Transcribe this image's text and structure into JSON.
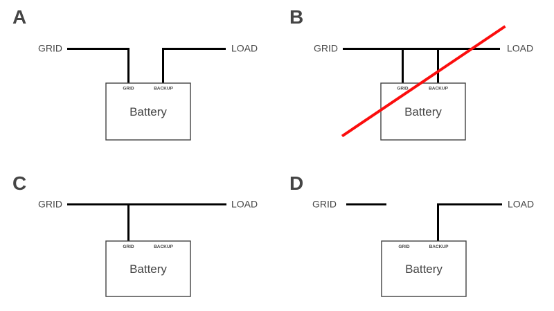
{
  "colors": {
    "wire": "#000000",
    "cross": "#fb0d0d",
    "text": "#454545",
    "box_border": "#404040",
    "background": "#ffffff"
  },
  "panels": [
    {
      "letter": "A",
      "grid_label": "GRID",
      "load_label": "LOAD",
      "battery_label": "Battery",
      "terminal_grid_label": "GRID",
      "terminal_backup_label": "BACKUP"
    },
    {
      "letter": "B",
      "grid_label": "GRID",
      "load_label": "LOAD",
      "battery_label": "Battery",
      "terminal_grid_label": "GRID",
      "terminal_backup_label": "BACKUP"
    },
    {
      "letter": "C",
      "grid_label": "GRID",
      "load_label": "LOAD",
      "battery_label": "Battery",
      "terminal_grid_label": "GRID",
      "terminal_backup_label": "BACKUP"
    },
    {
      "letter": "D",
      "grid_label": "GRID",
      "load_label": "LOAD",
      "battery_label": "Battery",
      "terminal_grid_label": "GRID",
      "terminal_backup_label": "BACKUP"
    }
  ]
}
